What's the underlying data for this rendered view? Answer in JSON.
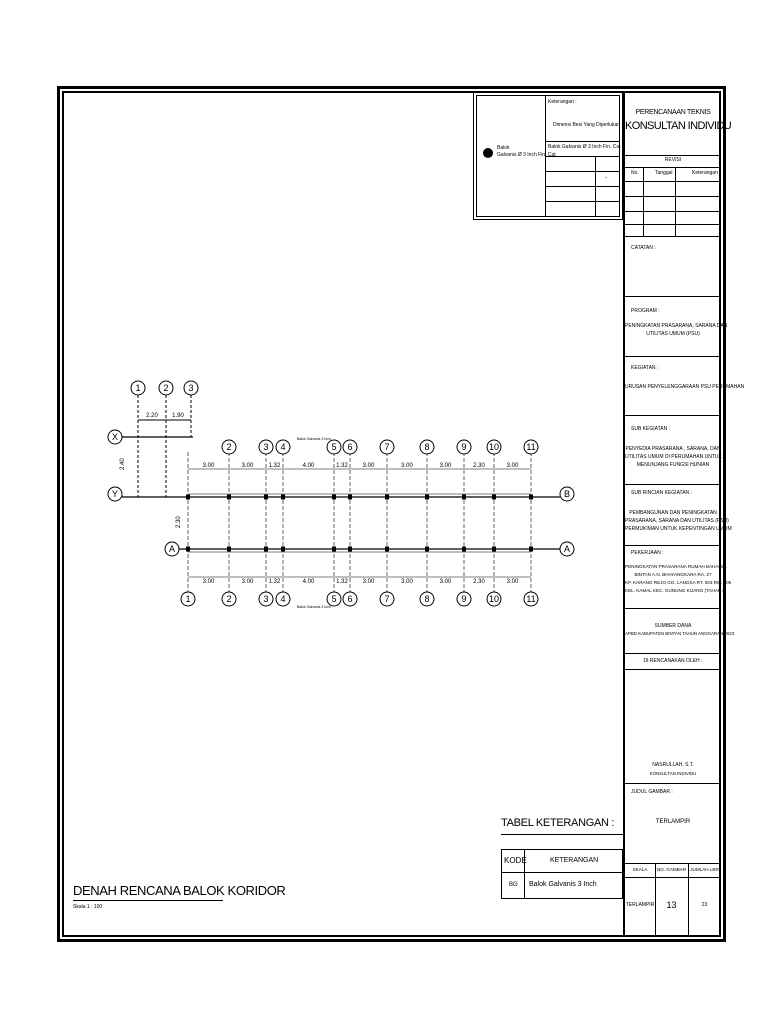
{
  "legend": {
    "heading": "Keterangan :",
    "item_label": "Balok\nGalvanis Ø 3 Inch Fin. Cat",
    "col_header": "Dimensi Besi Yang Diperlukan",
    "row_value": "Balok  Galvanis Ø  3 Inch Fin. Cat",
    "dot_mark": "."
  },
  "title_block": {
    "firm_line1": "PERENCANAAN TEKNIS",
    "firm_line2": "KONSULTAN INDIVIDU",
    "revisi": "REVISI",
    "rev_cols": [
      "No.",
      "Tanggal",
      "Keterangan"
    ],
    "catatan": "CATATAN :",
    "program_label": "PROGRAM :",
    "program_text": [
      "PENINGKATAN PRASARANA, SARANA DAN",
      "UTILITAS UMUM (PSU)"
    ],
    "kegiatan_label": "KEGIATAN :",
    "kegiatan_text": [
      "URUSAN PENYELENGGARAAN PSU PERUMAHAN"
    ],
    "sub_kegiatan_label": "SUB KEGIATAN :",
    "sub_kegiatan_text": [
      "PENYEDIA PRASARANA , SARANA, DAN",
      "UTILITAS UMUM DI PERUMAHAN UNTUK",
      "MENUNJANG FUNGSI HUNIAN"
    ],
    "sub_rincian_label": "SUB RINCIAN KEGIATAN :",
    "sub_rincian_text": [
      "PEMBANGUNAN DAN PENINGKATAN",
      "PRASARANA, SARANA DAN UTILITAS (PSU)",
      "PERMUKIMAN UNTUK KEPENTINGAN UMUM"
    ],
    "pekerjaan_label": "PEKERJAAN :",
    "pekerjaan_text": [
      "PENINGKATAN PRASARANA RUMAH BAHAGIA",
      "BINTAN A.N. BHAYANGKARA RA. 27",
      "KP. KARANG REJO GG. LANGSA RT. 003 RW. 005",
      "KEL. KAMAL KEC. GUNUNG KIJANG (TAHAP 2)"
    ],
    "sumber_dana": [
      "SUMBER DANA",
      "APBD KABUPATEN BINTAN TAHUN ANGGARAN 2023"
    ],
    "direncanakan_label": "DI RENCANAKAN OLEH :",
    "signer_name": "NASRULLAH, S.T.",
    "signer_role": "KONSULTAN INDIVIDU",
    "judul_label": "JUDUL GAMBAR :",
    "judul_value": "TERLAMPIR",
    "bottom_headers": [
      "SKALA",
      "NO. GAMBAR",
      "JUMLAH LBR"
    ],
    "bottom_values": [
      "TERLAMPIR",
      "13",
      "23"
    ]
  },
  "table": {
    "title": "TABEL KETERANGAN :",
    "headers": [
      "KODE",
      "KETERANGAN"
    ],
    "rows": [
      [
        "BG",
        "Balok Galvanis 3 Inch"
      ]
    ]
  },
  "drawing": {
    "title": "DENAH RENCANA BALOK KORIDOR",
    "scale": "Skala 1 : 100",
    "top_axes": [
      "1",
      "2",
      "3"
    ],
    "top_dims": [
      "2.20",
      "1.90"
    ],
    "main_axes": [
      "1",
      "2",
      "3",
      "4",
      "5",
      "6",
      "7",
      "8",
      "9",
      "10",
      "11"
    ],
    "span_dims": [
      "3.00",
      "3.00",
      "1.32",
      "4.00",
      "1.32",
      "3.00",
      "3.00",
      "3.00",
      "2.30",
      "3.00"
    ],
    "row_axes": [
      "X",
      "Y",
      "A",
      "B"
    ],
    "side_dims": [
      "2.40",
      "2.30"
    ],
    "beam_note": "Balok Galvanis 3 Inch"
  }
}
